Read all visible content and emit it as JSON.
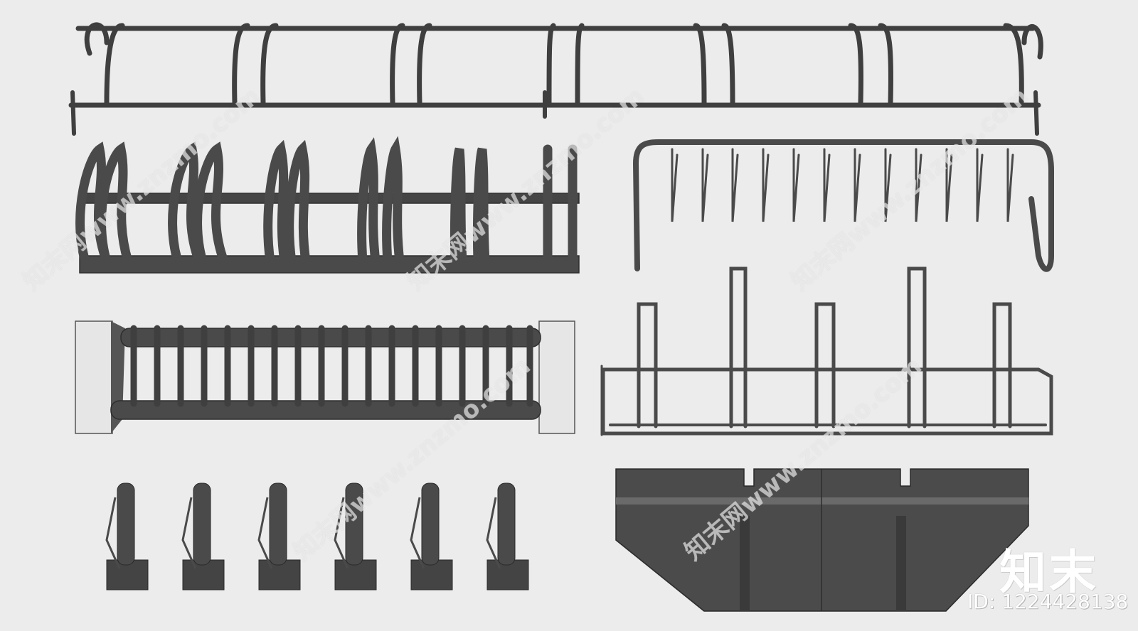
{
  "colors": {
    "background": "#ececec",
    "metal": "#4a4a4a",
    "metal_dark": "#3a3a3a",
    "stone": "#e6e6e6"
  },
  "watermark": {
    "brand": "知末",
    "id_label": "ID: 1224428138",
    "tile_text": "知末网www.znzmo.com"
  },
  "objects": [
    {
      "name": "curved-loop-rack"
    },
    {
      "name": "spiral-wave-rack"
    },
    {
      "name": "wall-hook-rack"
    },
    {
      "name": "stone-end-rack"
    },
    {
      "name": "two-tier-frame-rack"
    },
    {
      "name": "bollard-posts"
    },
    {
      "name": "concrete-block-rack"
    }
  ]
}
